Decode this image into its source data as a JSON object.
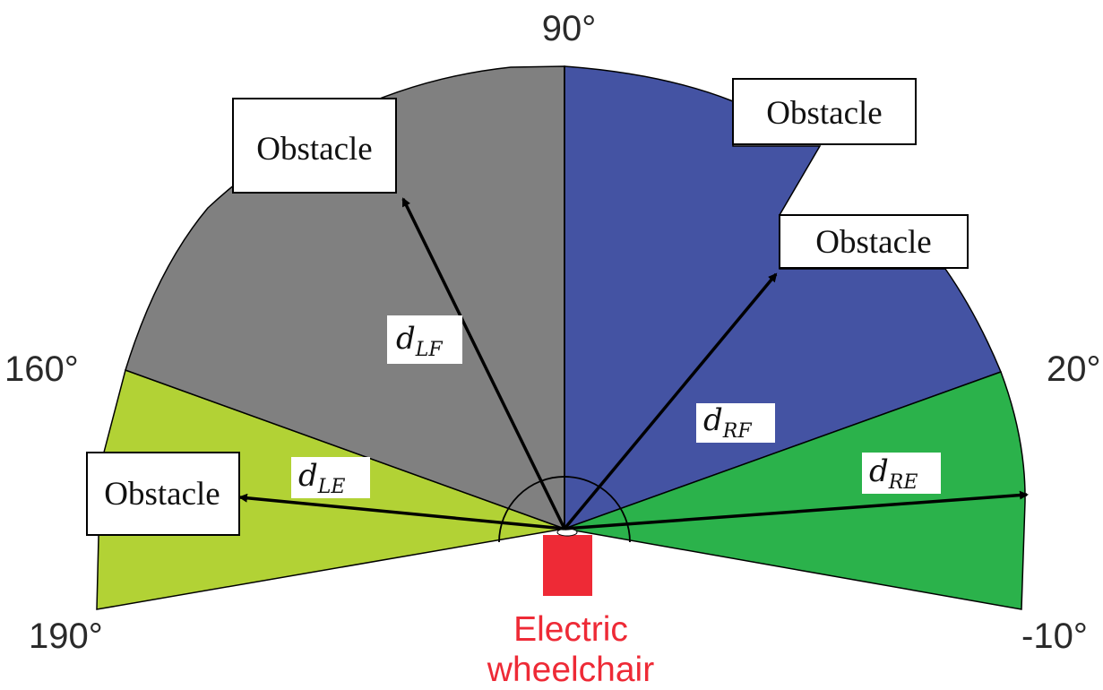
{
  "angles": {
    "top": "90°",
    "left_upper": "160°",
    "right_upper": "20°",
    "left_lower": "190°",
    "right_lower": "-10°"
  },
  "obstacles": {
    "left_front": "Obstacle",
    "right_front_top": "Obstacle",
    "right_front": "Obstacle",
    "left_edge": "Obstacle"
  },
  "distances": {
    "lf": {
      "base": "d",
      "sub": "LF"
    },
    "rf": {
      "base": "d",
      "sub": "RF"
    },
    "le": {
      "base": "d",
      "sub": "LE"
    },
    "re": {
      "base": "d",
      "sub": "RE"
    }
  },
  "wheelchair": {
    "line1": "Electric",
    "line2": "wheelchair"
  },
  "colors": {
    "left_front_sector": "#808080",
    "right_front_sector": "#4453a3",
    "left_edge_sector": "#b2d235",
    "right_edge_sector": "#2bb24b",
    "wheelchair": "#ee2a36"
  }
}
